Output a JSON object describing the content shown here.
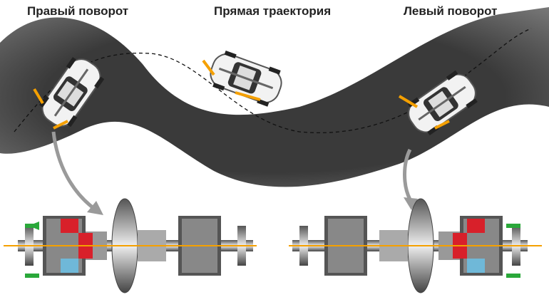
{
  "labels": {
    "right_turn": "Правый поворот",
    "straight": "Прямая траектория",
    "left_turn": "Левый поворот"
  },
  "colors": {
    "road": "#3a3a3a",
    "arrow_orange": "#f5a000",
    "arrow_green": "#2aa83a",
    "clutch_red": "#d8202a",
    "clutch_blue": "#6fb8d8",
    "pointer_gray": "#9a9a9a"
  }
}
